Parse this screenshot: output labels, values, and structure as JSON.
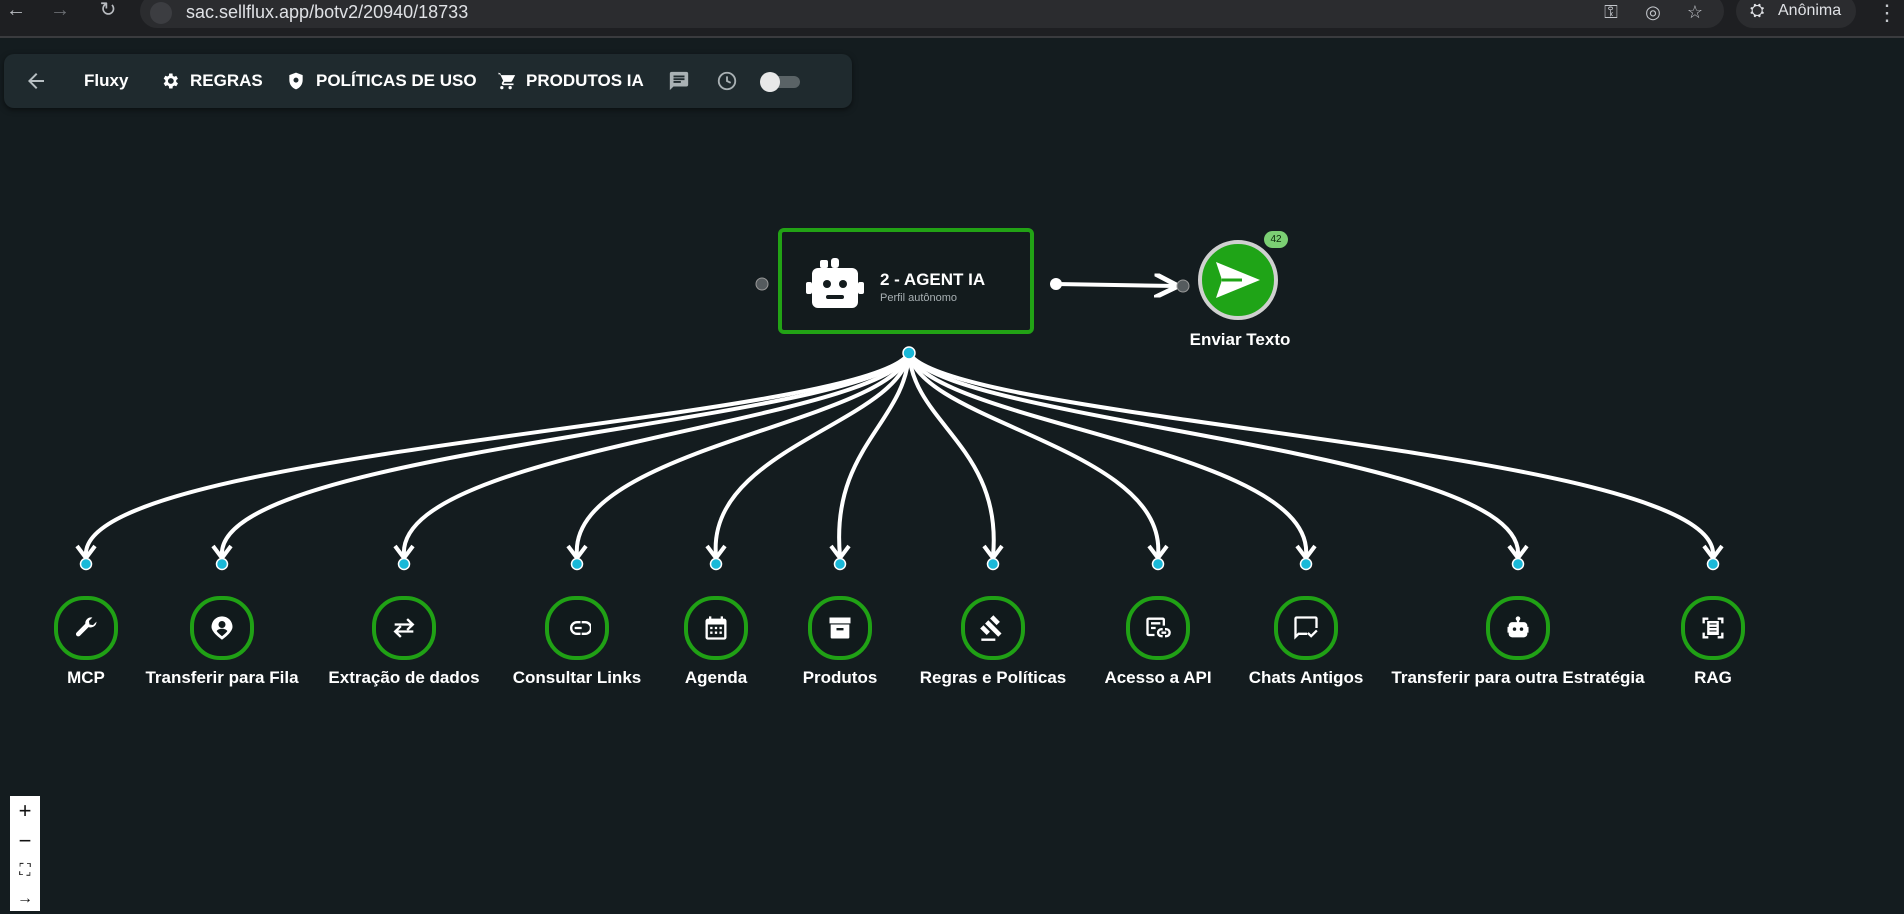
{
  "browser": {
    "url": "sac.sellflux.app/botv2/20940/18733",
    "profile_label": "Anônima"
  },
  "toolbar": {
    "title": "Fluxy",
    "items": [
      {
        "label": "REGRAS",
        "icon": "gear-icon"
      },
      {
        "label": "POLÍTICAS DE USO",
        "icon": "shield-icon"
      },
      {
        "label": "PRODUTOS IA",
        "icon": "cart-icon"
      }
    ]
  },
  "agent": {
    "title": "2 - AGENT IA",
    "subtitle": "Perfil autônomo",
    "border_color": "#22a215"
  },
  "send": {
    "label": "Enviar Texto",
    "badge": "42"
  },
  "tools": [
    {
      "label": "MCP",
      "icon": "wrench-icon"
    },
    {
      "label": "Transferir para Fila",
      "icon": "person-pin-icon"
    },
    {
      "label": "Extração de dados",
      "icon": "swap-icon"
    },
    {
      "label": "Consultar Links",
      "icon": "link-icon"
    },
    {
      "label": "Agenda",
      "icon": "calendar-icon"
    },
    {
      "label": "Produtos",
      "icon": "archive-icon"
    },
    {
      "label": "Regras e Políticas",
      "icon": "gavel-icon"
    },
    {
      "label": "Acesso a API",
      "icon": "api-icon"
    },
    {
      "label": "Chats Antigos",
      "icon": "chat-check-icon"
    },
    {
      "label": "Transferir para outra Estratégia",
      "icon": "robot-icon"
    },
    {
      "label": "RAG",
      "icon": "document-scan-icon"
    }
  ],
  "colors": {
    "node_green": "#22a215",
    "handle_blue": "#19b8d8",
    "background": "#141c1f"
  }
}
